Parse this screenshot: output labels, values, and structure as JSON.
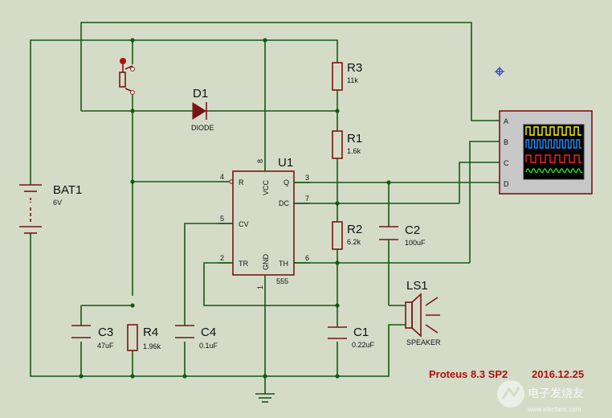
{
  "components": {
    "r3": {
      "ref": "R3",
      "value": "11k"
    },
    "r1": {
      "ref": "R1",
      "value": "1.6k"
    },
    "r2": {
      "ref": "R2",
      "value": "6.2k"
    },
    "r4": {
      "ref": "R4",
      "value": "1.96k"
    },
    "c1": {
      "ref": "C1",
      "value": "0.22uF"
    },
    "c2": {
      "ref": "C2",
      "value": "100uF"
    },
    "c3": {
      "ref": "C3",
      "value": "47uF"
    },
    "c4": {
      "ref": "C4",
      "value": "0.1uF"
    },
    "d1": {
      "ref": "D1",
      "value": "DIODE"
    },
    "bat1": {
      "ref": "BAT1",
      "value": "6V"
    },
    "ls1": {
      "ref": "LS1",
      "value": "SPEAKER"
    },
    "u1": {
      "ref": "U1",
      "part": "555",
      "pins": {
        "r_name": "R",
        "r_num": "4",
        "vcc_name": "VCC",
        "vcc_num": "8",
        "q_name": "Q",
        "q_num": "3",
        "dc_name": "DC",
        "dc_num": "7",
        "cv_name": "CV",
        "cv_num": "5",
        "tr_name": "TR",
        "tr_num": "2",
        "th_name": "TH",
        "th_num": "6",
        "gnd_name": "GND",
        "gnd_num": "1"
      }
    }
  },
  "scope": {
    "channels": [
      "A",
      "B",
      "C",
      "D"
    ],
    "trace_colors": [
      "#ffff00",
      "#1e90ff",
      "#ff2020",
      "#20e020"
    ]
  },
  "footer": {
    "software": "Proteus 8.3 SP2",
    "date": "2016.12.25"
  },
  "watermark": {
    "text": "电子发烧友",
    "url": "www.elecfans.com"
  }
}
